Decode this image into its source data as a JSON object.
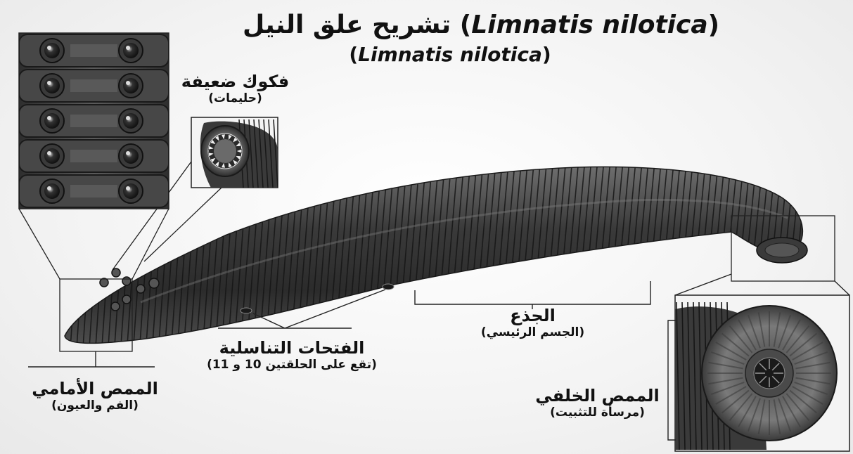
{
  "title": {
    "line1_ar": "تشريح علق النيل",
    "line1_en": "Limnatis nilotica",
    "line2_en": "Limnatis nilotica"
  },
  "labels": {
    "jaws": {
      "main": "فكوك ضعيفة",
      "sub": "(حليمات)"
    },
    "front_sucker": {
      "main": "الممص الأمامي",
      "sub": "(الفم والعيون)"
    },
    "genital": {
      "main": "الفتحات التناسلية",
      "sub": "(تقع على الحلقتين 10 و 11)"
    },
    "trunk": {
      "main": "الجذع",
      "sub": "(الجسم الرئيسي)"
    },
    "rear_sucker": {
      "main": "الممص الخلفي",
      "sub": "(مرسأة للتثبيت)"
    }
  },
  "palette": {
    "body_dark": "#2a2a2a",
    "body_mid": "#4a4a4a",
    "body_light": "#7a7a7a",
    "line": "#222222"
  }
}
